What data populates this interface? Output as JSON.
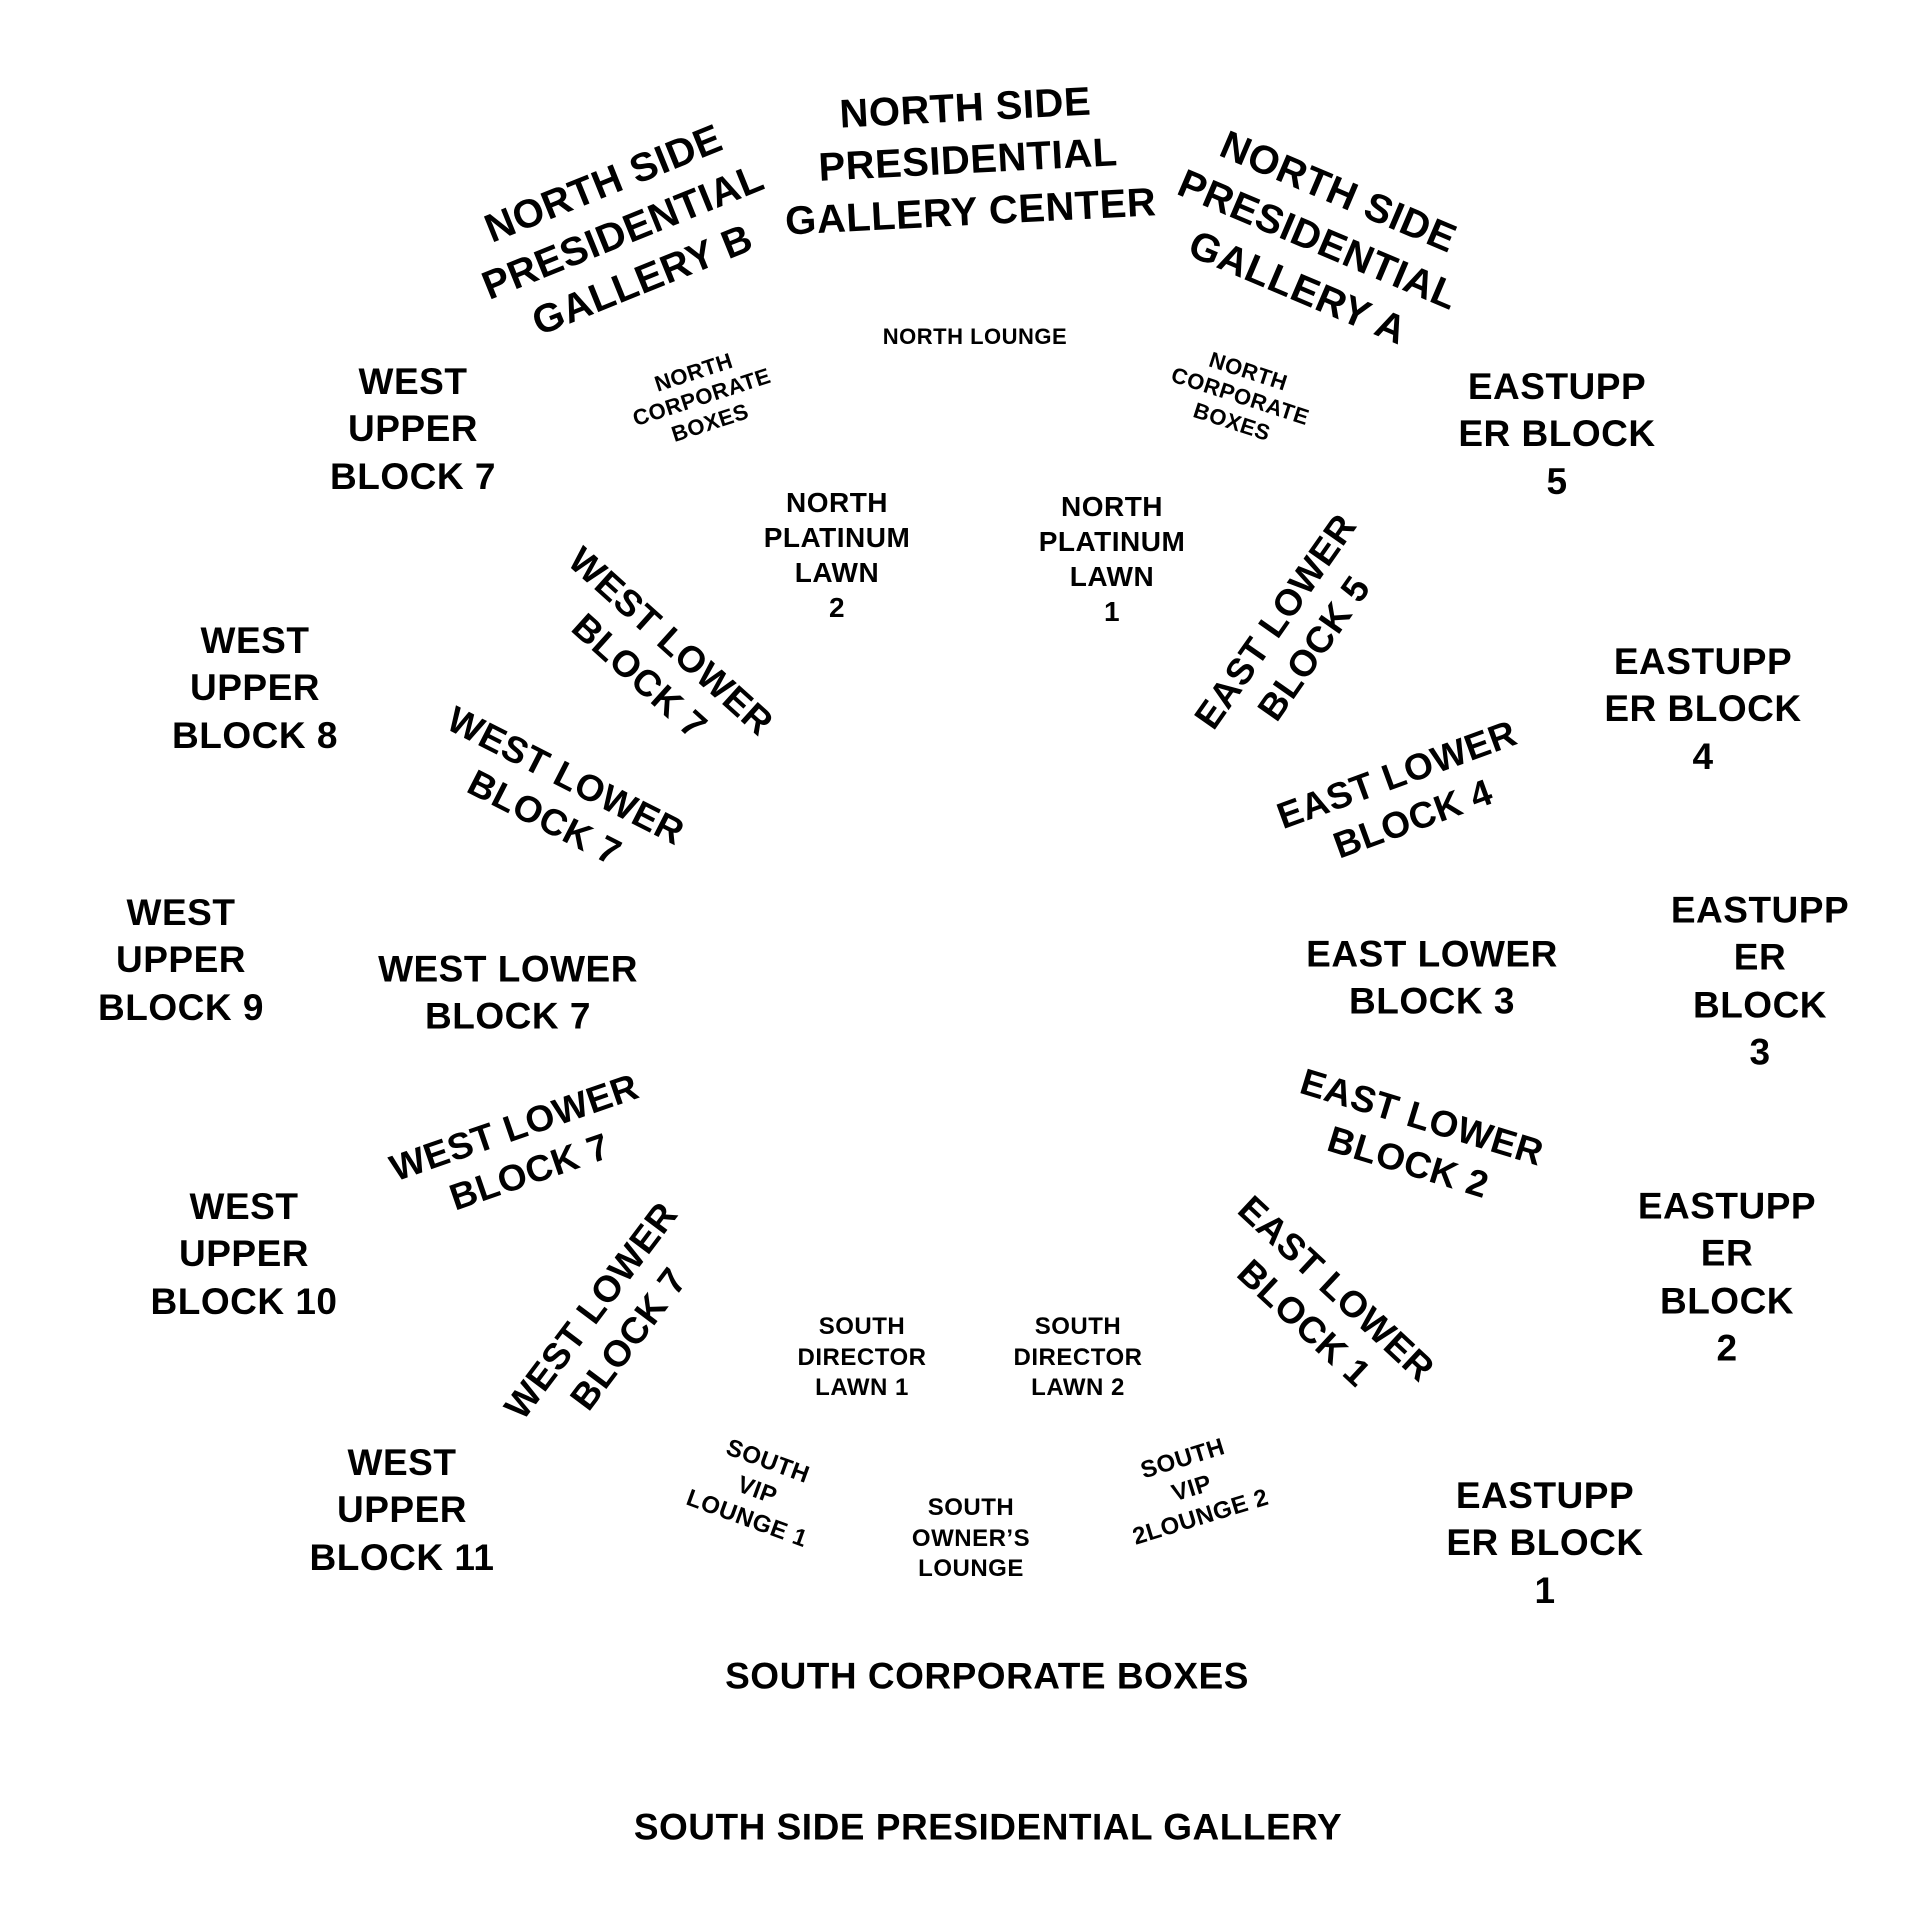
{
  "map": {
    "north": {
      "gallery_b": "NORTH SIDE\nPRESIDENTIAL\nGALLERY B",
      "gallery_center": "NORTH SIDE\nPRESIDENTIAL\nGALLERY CENTER",
      "gallery_a": "NORTH SIDE\nPRESIDENTIAL\nGALLERY A",
      "lounge": "NORTH LOUNGE",
      "corporate_boxes_left": "NORTH\nCORPORATE\nBOXES",
      "corporate_boxes_right": "NORTH\nCORPORATE\nBOXES",
      "platinum_lawn_2": "NORTH\nPLATINUM\nLAWN\n2",
      "platinum_lawn_1": "NORTH\nPLATINUM\nLAWN\n1"
    },
    "west_upper": [
      "WEST\nUPPER\nBLOCK 7",
      "WEST\nUPPER\nBLOCK 8",
      "WEST\nUPPER\nBLOCK 9",
      "WEST\nUPPER\nBLOCK 10",
      "WEST\nUPPER\nBLOCK 11"
    ],
    "west_lower": [
      "WEST LOWER\nBLOCK 7",
      "WEST LOWER\nBLOCK 7",
      "WEST LOWER\nBLOCK 7",
      "WEST LOWER\nBLOCK 7",
      "WEST LOWER\nBLOCK 7"
    ],
    "east_lower": [
      "EAST LOWER\nBLOCK 5",
      "EAST LOWER\nBLOCK 4",
      "EAST LOWER\nBLOCK 3",
      "EAST LOWER\nBLOCK 2",
      "EAST LOWER\nBLOCK 1"
    ],
    "east_upper": [
      "EASTUPP\nER BLOCK\n5",
      "EASTUPP\nER BLOCK\n4",
      "EASTUPP\nER BLOCK\n3",
      "EASTUPP\nER BLOCK\n2",
      "EASTUPP\nER BLOCK\n1"
    ],
    "south": {
      "director_lawn_1": "SOUTH\nDIRECTOR\nLAWN 1",
      "director_lawn_2": "SOUTH\nDIRECTOR\nLAWN 2",
      "vip_lounge_1": "SOUTH\nVIP\nLOUNGE 1",
      "owners_lounge": "SOUTH\nOWNER’S\nLOUNGE",
      "vip_lounge_2": "SOUTH\nVIP\n2LOUNGE 2",
      "corporate_boxes": "SOUTH CORPORATE BOXES",
      "presidential_gallery": "SOUTH SIDE PRESIDENTIAL GALLERY"
    }
  }
}
